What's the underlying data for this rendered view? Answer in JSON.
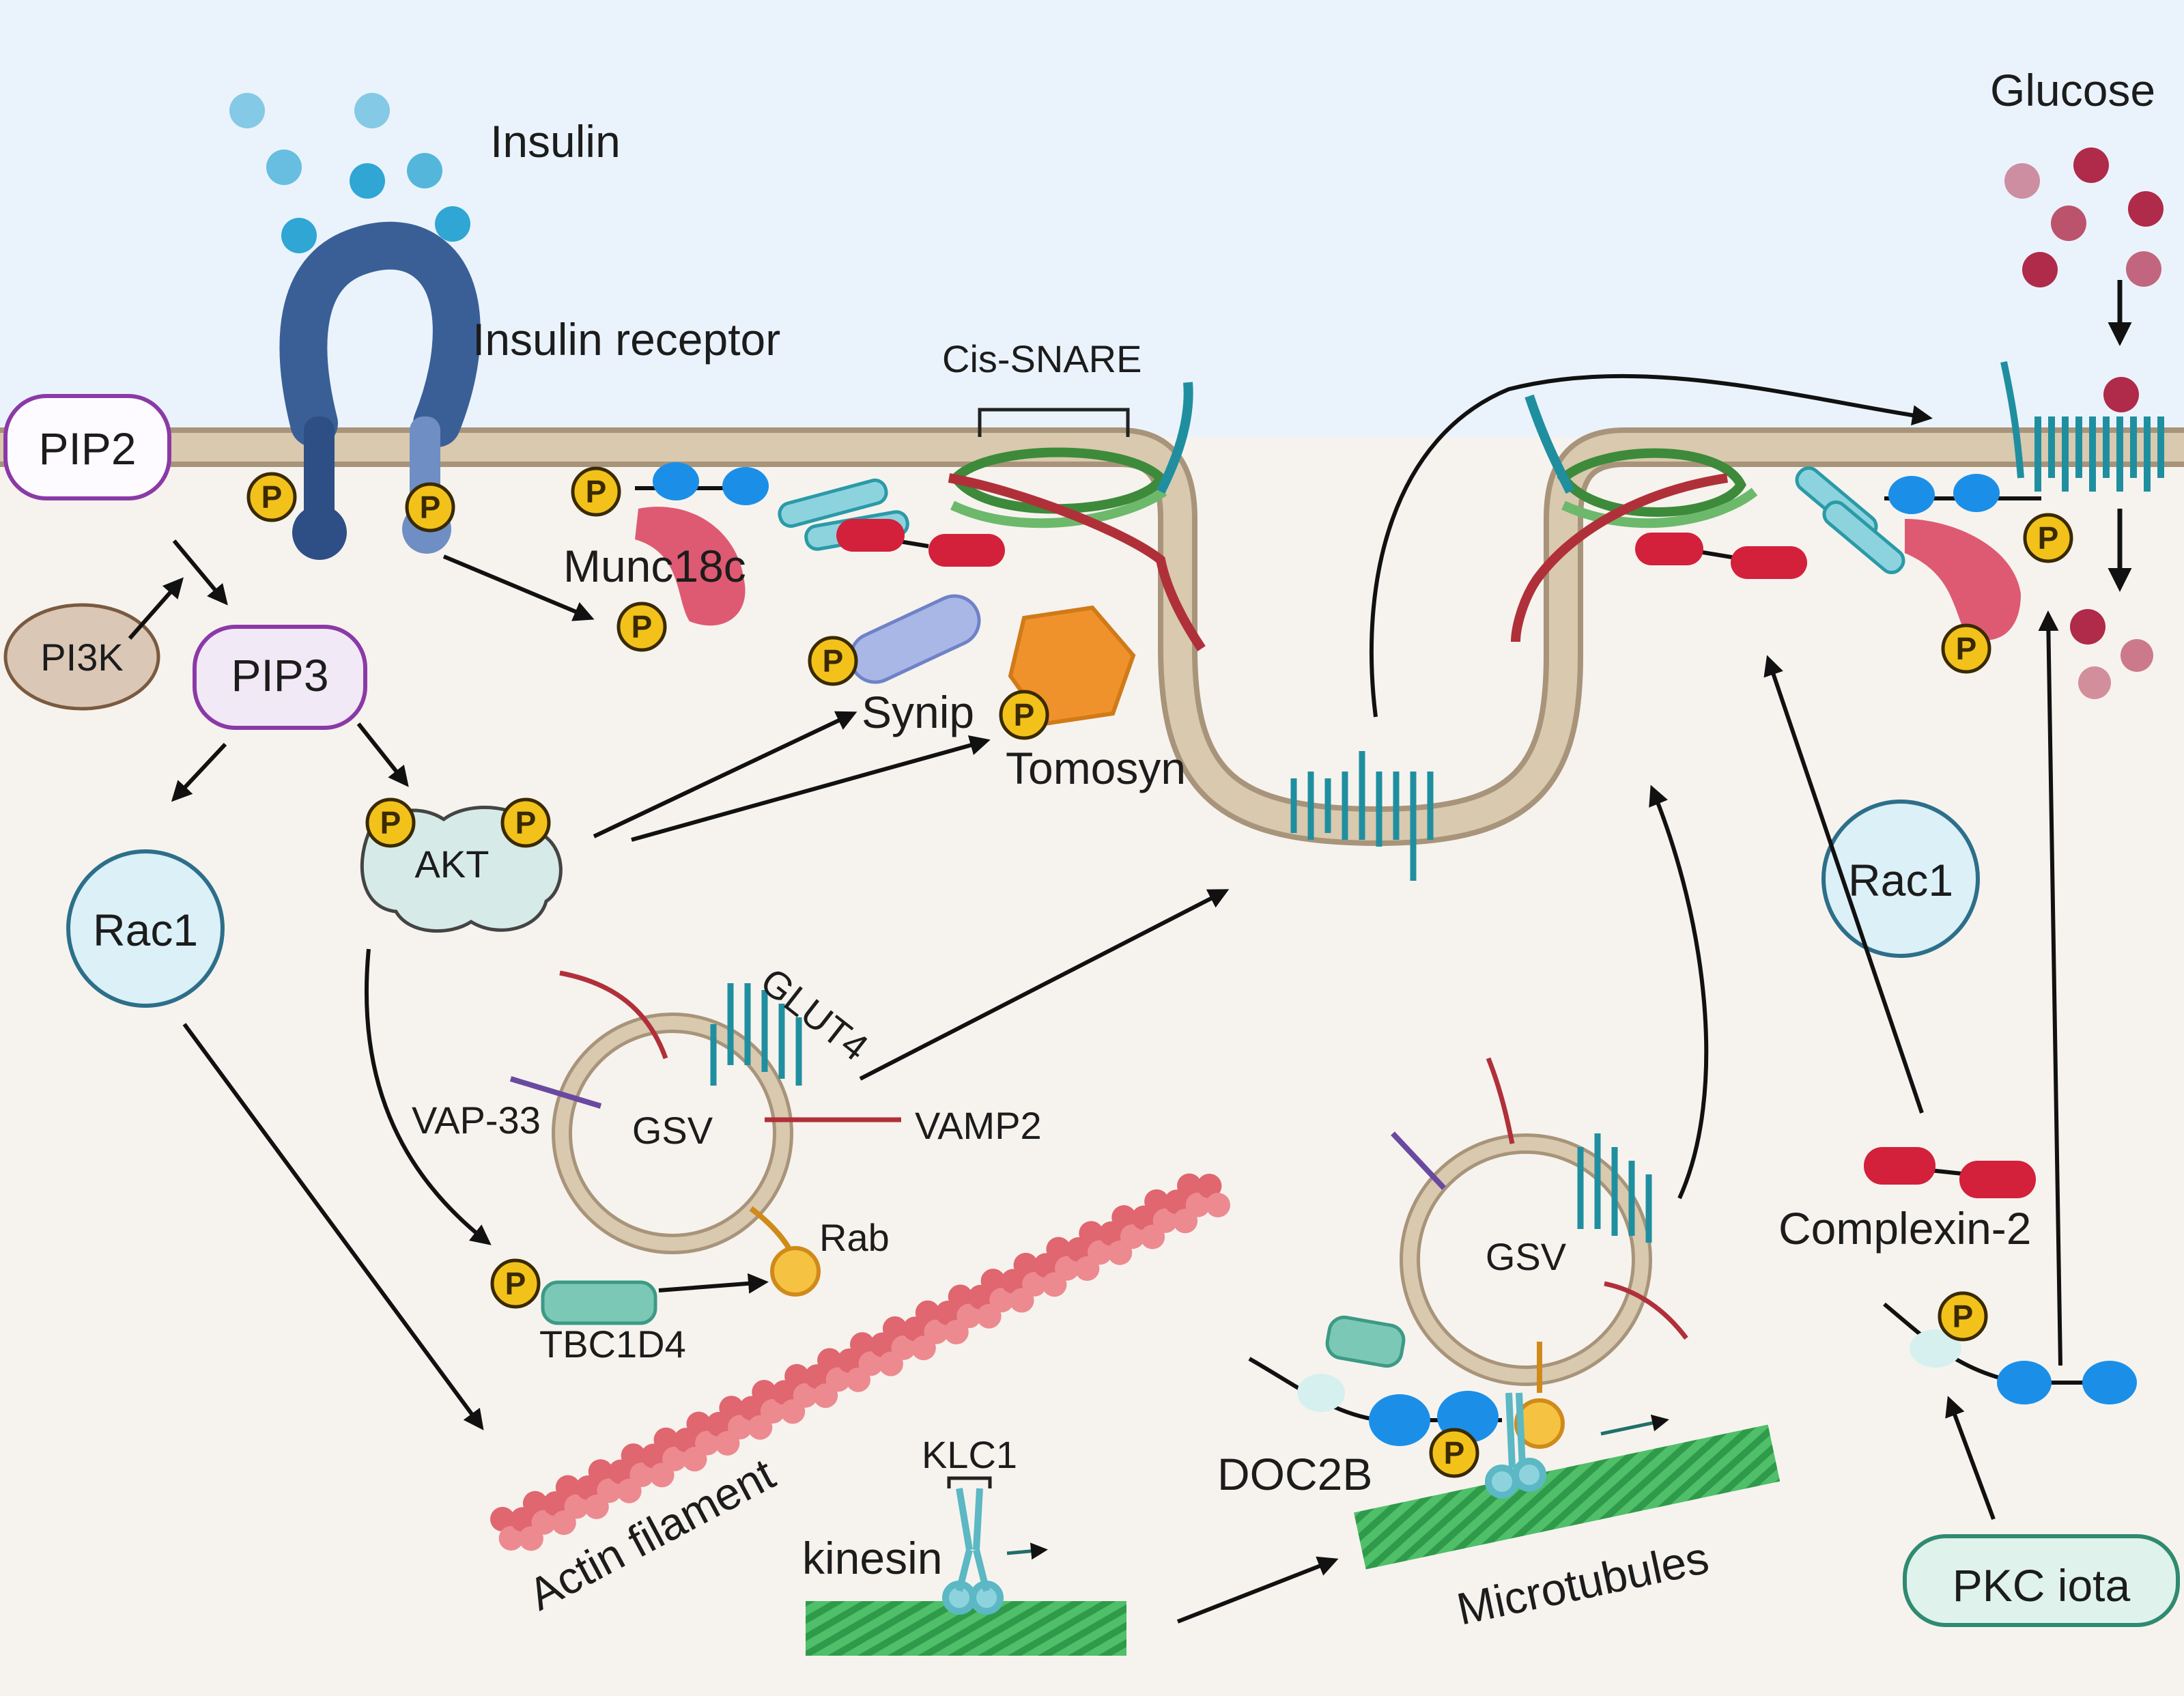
{
  "colors": {
    "extracellular": "#eaf3fb",
    "cytoplasm": "#f6f3ee",
    "membrane": "#c9b79c",
    "insulin": "#2fa6d4",
    "glucose": "#b02a4a",
    "receptor": "#3a5f97",
    "phospho": "#f2c21b",
    "glut4": "#1f8fa0",
    "complexin": "#d3203b",
    "munc18c": "#de5a72",
    "actin": "#e0666f",
    "microtubule": "#3fae57",
    "snare_green": "#3d8a3b",
    "snare_red": "#b0303a"
  },
  "labels": {
    "insulin": "Insulin",
    "insulin_receptor": "Insulin receptor",
    "glucose": "Glucose",
    "cis_snare": "Cis-SNARE",
    "munc18c": "Munc18c",
    "synip": "Synip",
    "tomosyn": "Tomosyn",
    "glut4": "GLUT4",
    "vap33": "VAP-33",
    "vamp2": "VAMP2",
    "gsv_left": "GSV",
    "gsv_right": "GSV",
    "rab": "Rab",
    "tbc1d4": "TBC1D4",
    "actin_filament": "Actin filament",
    "klc1": "KLC1",
    "kinesin": "kinesin",
    "doc2b": "DOC2B",
    "microtubules": "Microtubules",
    "complexin2": "Complexin-2",
    "phospho": "P"
  },
  "nodes": {
    "pip2": "PIP2",
    "pi3k": "PI3K",
    "pip3": "PIP3",
    "akt": "AKT",
    "rac1_left": "Rac1",
    "rac1_right": "Rac1",
    "pkc_iota": "PKC iota"
  }
}
